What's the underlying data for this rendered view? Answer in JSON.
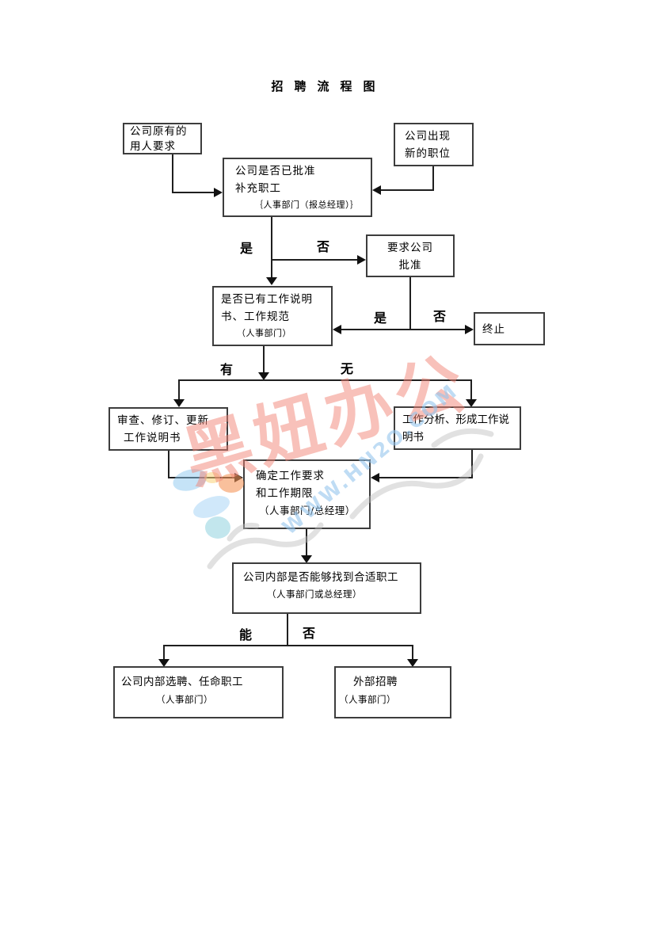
{
  "title": "招聘流程图",
  "nodes": {
    "existing_needs": {
      "line1": "公司原有的",
      "line2": "用人要求"
    },
    "new_position": {
      "line1": "公司出现",
      "line2": "新的职位"
    },
    "approve_supplement": {
      "line1": "公司是否已批准",
      "line2": "补充职工",
      "note": "｛人事部门（报总经理）｝"
    },
    "request_approval": {
      "line1": "要求公司",
      "line2": "批准"
    },
    "has_job_description": {
      "line1": "是否已有工作说明",
      "line2": "书、工作规范",
      "note": "（人事部门）"
    },
    "terminate": {
      "line1": "终止"
    },
    "review_update": {
      "line1": "审查、修订、更新",
      "line2": "工作说明书"
    },
    "job_analysis": {
      "line1": "工作分析、形成工作说",
      "line2": "明书"
    },
    "define_requirements": {
      "line1": "确定工作要求",
      "line2": "和工作期限",
      "note": "（人事部门/总经理）"
    },
    "internal_candidates": {
      "line1": "公司内部是否能够找到合适职工",
      "note": "（人事部门或总经理）"
    },
    "internal_hire": {
      "line1": "公司内部选聘、任命职工",
      "note": "（人事部门）"
    },
    "external_hire": {
      "line1": "外部招聘",
      "note": "（人事部门）"
    }
  },
  "branch_labels": {
    "yes1": "是",
    "no1": "否",
    "yes2": "是",
    "no2": "否",
    "have": "有",
    "none": "无",
    "can": "能",
    "cannot": "否"
  },
  "watermark": {
    "brand": "黑妞办公",
    "url": "WWW.HN2O.COM",
    "brand_color": "#F28476",
    "url_color": "#94C4EC"
  }
}
